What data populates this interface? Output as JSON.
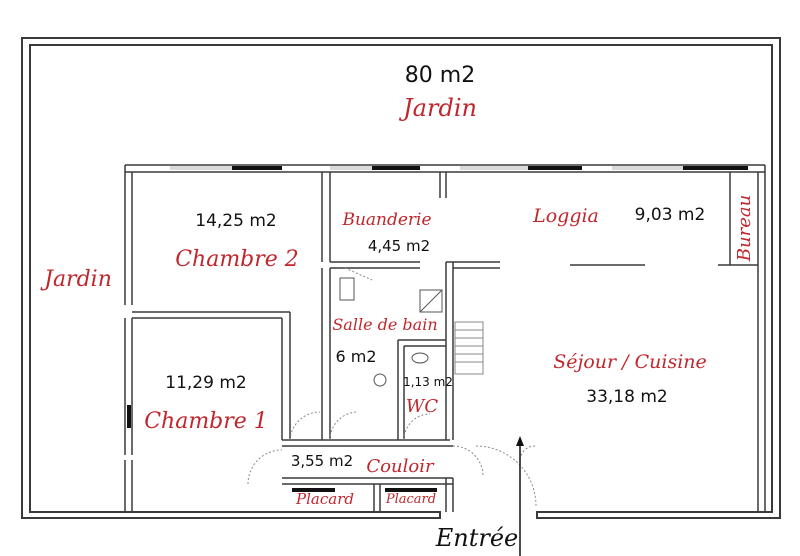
{
  "plan": {
    "garden_area": "80 m2",
    "garden_top_label": "Jardin",
    "garden_left_label": "Jardin",
    "rooms": {
      "chambre2": {
        "name": "Chambre 2",
        "area": "14,25 m2"
      },
      "chambre1": {
        "name": "Chambre 1",
        "area": "11,29 m2"
      },
      "buanderie": {
        "name": "Buanderie",
        "area": "4,45 m2"
      },
      "salle_de_bain": {
        "name": "Salle de bain",
        "area": "6 m2"
      },
      "wc": {
        "name": "WC",
        "area": "1,13 m2"
      },
      "couloir": {
        "name": "Couloir",
        "area": "3,55 m2"
      },
      "placard1": {
        "name": "Placard"
      },
      "placard2": {
        "name": "Placard"
      },
      "loggia": {
        "name": "Loggia",
        "area": "9,03 m2"
      },
      "bureau": {
        "name": "Bureau"
      },
      "sejour": {
        "name": "Séjour / Cuisine",
        "area": "33,18 m2"
      }
    },
    "entry_label": "Entrée"
  },
  "colors": {
    "room_label": "#c0272d",
    "area_label": "#111111",
    "wall": "#3a3a3a"
  }
}
